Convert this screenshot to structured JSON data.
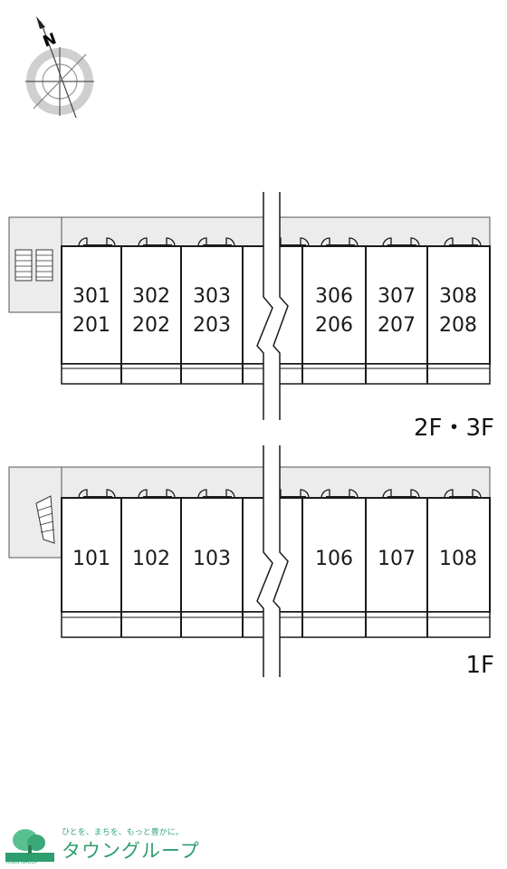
{
  "compass": {
    "north_label": "N",
    "icon": "compass-north-icon"
  },
  "upper_block": {
    "floor_label": "2F・3F",
    "units": [
      {
        "top": "301",
        "bottom": "201"
      },
      {
        "top": "302",
        "bottom": "202"
      },
      {
        "top": "303",
        "bottom": "203"
      },
      {
        "top": "306",
        "bottom": "206"
      },
      {
        "top": "307",
        "bottom": "207"
      },
      {
        "top": "308",
        "bottom": "208"
      }
    ]
  },
  "lower_block": {
    "floor_label": "1F",
    "units": [
      {
        "top": "101"
      },
      {
        "top": "102"
      },
      {
        "top": "103"
      },
      {
        "top": "106"
      },
      {
        "top": "107"
      },
      {
        "top": "108"
      }
    ]
  },
  "logo": {
    "tagline": "ひとを、まちを、もっと豊かに。",
    "name": "タウングループ",
    "small_text": "TOWN GROUP"
  },
  "colors": {
    "corridor": "#ececec",
    "line": "#1a1a1a",
    "logo_green": "#2f9e6e"
  }
}
